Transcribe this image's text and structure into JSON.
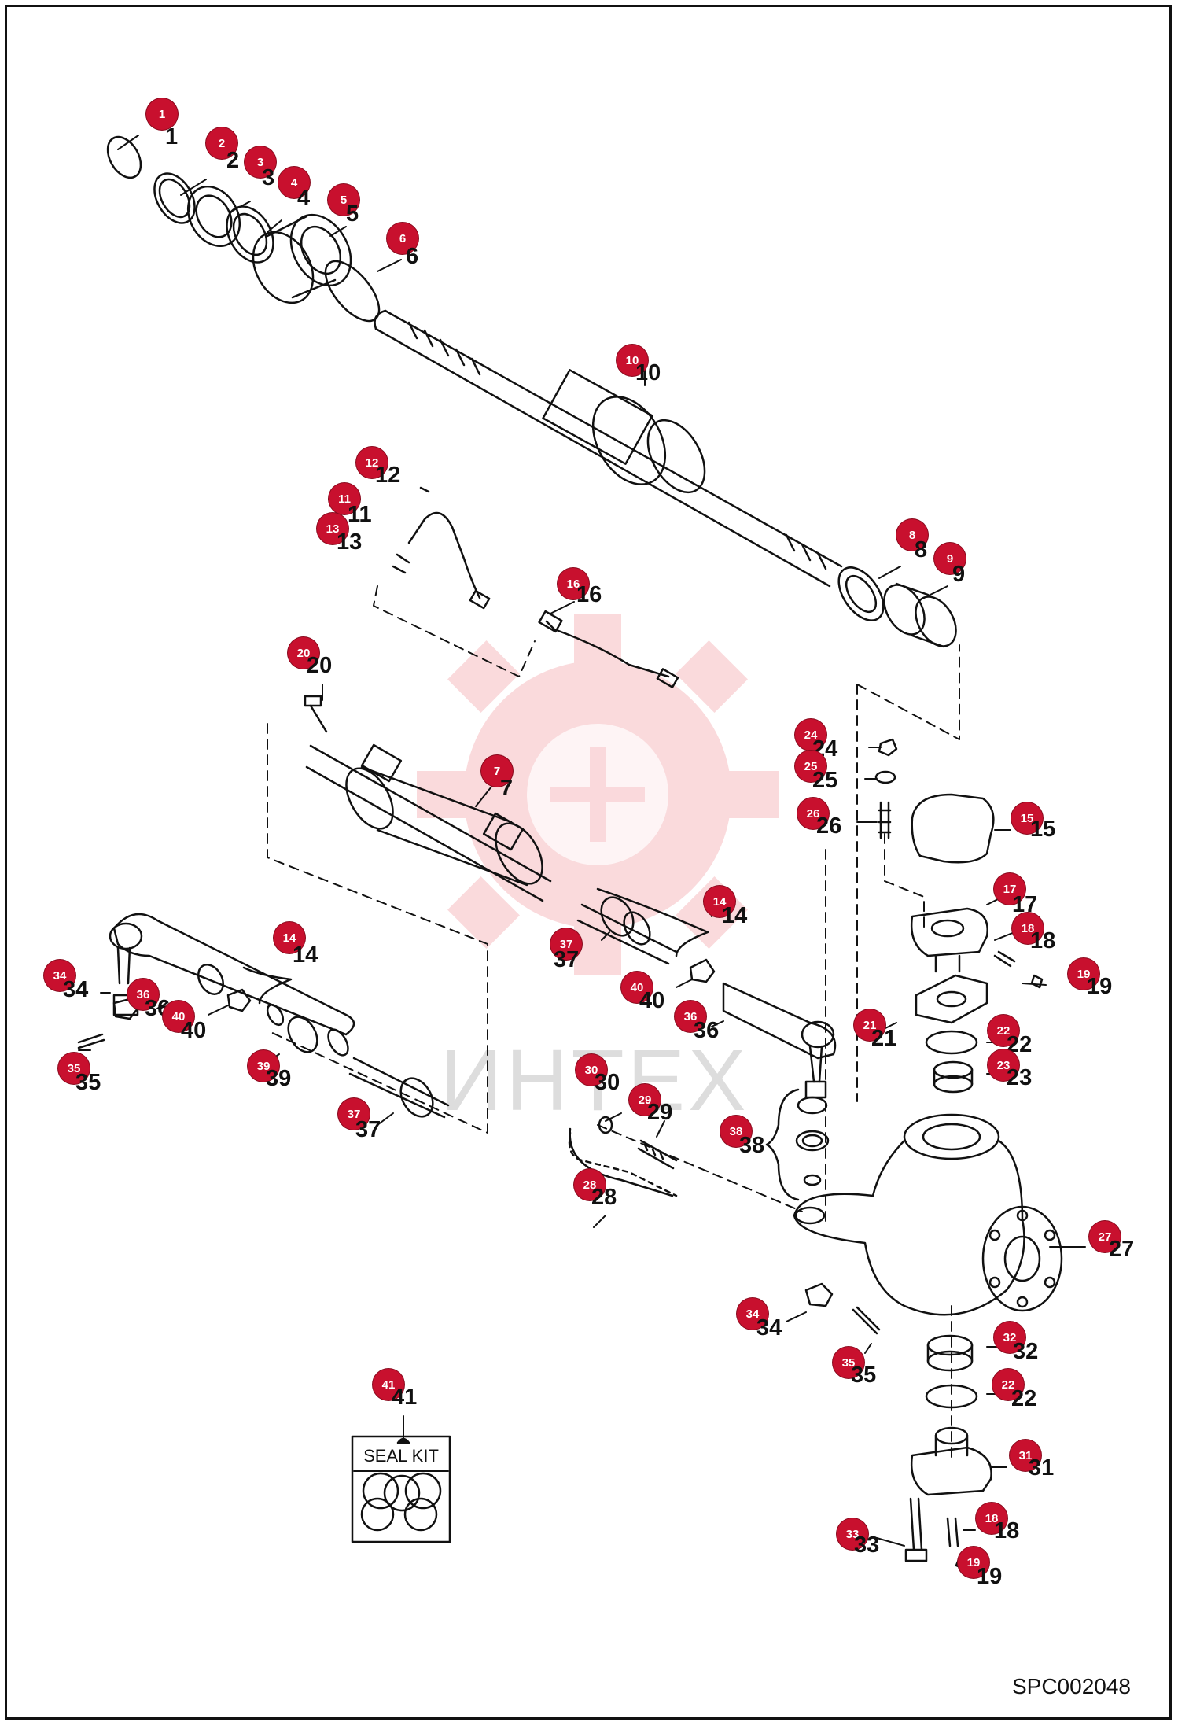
{
  "document": {
    "id": "SPC002048"
  },
  "watermark": {
    "text": "ИНТЕХ"
  },
  "seal_kit": {
    "label": "SEAL KIT"
  },
  "callouts": [
    {
      "num": "1"
    },
    {
      "num": "2"
    },
    {
      "num": "3"
    },
    {
      "num": "4"
    },
    {
      "num": "5"
    },
    {
      "num": "6"
    },
    {
      "num": "10"
    },
    {
      "num": "12"
    },
    {
      "num": "11"
    },
    {
      "num": "13"
    },
    {
      "num": "8"
    },
    {
      "num": "9"
    },
    {
      "num": "16"
    },
    {
      "num": "20"
    },
    {
      "num": "7"
    },
    {
      "num": "24"
    },
    {
      "num": "25"
    },
    {
      "num": "26"
    },
    {
      "num": "15"
    },
    {
      "num": "14"
    },
    {
      "num": "17"
    },
    {
      "num": "18"
    },
    {
      "num": "14"
    },
    {
      "num": "37"
    },
    {
      "num": "19"
    },
    {
      "num": "34"
    },
    {
      "num": "36"
    },
    {
      "num": "40"
    },
    {
      "num": "40"
    },
    {
      "num": "36"
    },
    {
      "num": "21"
    },
    {
      "num": "22"
    },
    {
      "num": "35"
    },
    {
      "num": "39"
    },
    {
      "num": "30"
    },
    {
      "num": "23"
    },
    {
      "num": "29"
    },
    {
      "num": "37"
    },
    {
      "num": "38"
    },
    {
      "num": "28"
    },
    {
      "num": "27"
    },
    {
      "num": "34"
    },
    {
      "num": "32"
    },
    {
      "num": "35"
    },
    {
      "num": "41"
    },
    {
      "num": "22"
    },
    {
      "num": "31"
    },
    {
      "num": "33"
    },
    {
      "num": "18"
    },
    {
      "num": "19"
    }
  ]
}
